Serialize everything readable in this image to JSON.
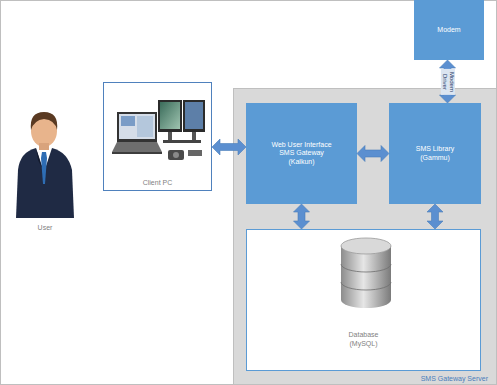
{
  "diagram": {
    "nodes": [
      {
        "text": [
          "User"
        ]
      },
      {
        "text": [
          "Client PC"
        ]
      },
      {
        "text": [
          "SMS Gateway Server"
        ]
      },
      {
        "text": [
          "Web User Interface SMS Gateway (Kalkun)"
        ],
        "in": 2
      },
      {
        "text": [
          "SMS Library (Gammu)"
        ],
        "in": 2
      },
      {
        "text": [
          "Database (MySQL)"
        ],
        "in": 2
      },
      {
        "text": [
          "Modem"
        ]
      }
    ],
    "edges": [
      {
        "from": 1,
        "to": 3,
        "arrow": "both"
      },
      {
        "from": 3,
        "to": 4,
        "arrow": "both"
      },
      {
        "from": 3,
        "to": 5,
        "arrow": "both"
      },
      {
        "from": 4,
        "to": 5,
        "arrow": "both"
      },
      {
        "from": 4,
        "to": 6,
        "label": "Modem Driver",
        "arrow": "both"
      }
    ]
  }
}
